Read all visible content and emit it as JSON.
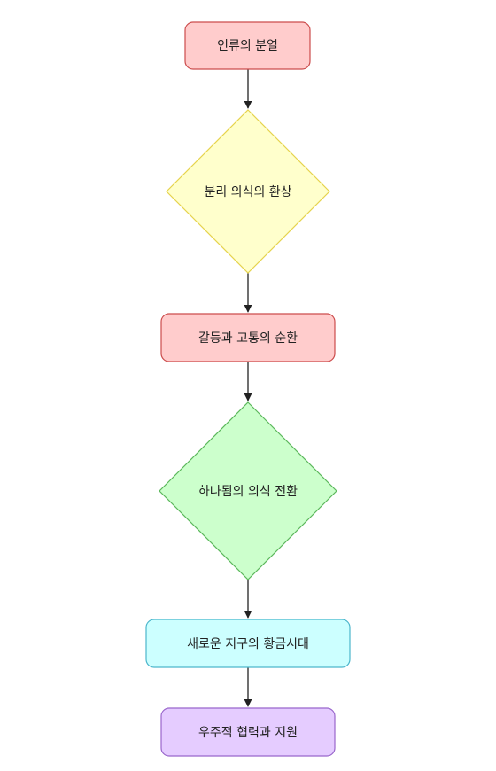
{
  "diagram": {
    "nodes": [
      {
        "id": "n1",
        "shape": "rounded-rect",
        "label": "인류의 분열",
        "fill": "#ffcccc",
        "stroke": "#cc4c4c"
      },
      {
        "id": "n2",
        "shape": "diamond",
        "label": "분리 의식의 환상",
        "fill": "#ffffcc",
        "stroke": "#e6d34d"
      },
      {
        "id": "n3",
        "shape": "rounded-rect",
        "label": "갈등과 고통의 순환",
        "fill": "#ffcccc",
        "stroke": "#cc4c4c"
      },
      {
        "id": "n4",
        "shape": "diamond",
        "label": "하나됨의 의식 전환",
        "fill": "#ccffcc",
        "stroke": "#5cb85c"
      },
      {
        "id": "n5",
        "shape": "rounded-rect",
        "label": "새로운 지구의 황금시대",
        "fill": "#ccffff",
        "stroke": "#4cb6cc"
      },
      {
        "id": "n6",
        "shape": "rounded-rect",
        "label": "우주적 협력과 지원",
        "fill": "#e5ccff",
        "stroke": "#9966cc"
      }
    ],
    "edges": [
      {
        "from": "n1",
        "to": "n2"
      },
      {
        "from": "n2",
        "to": "n3"
      },
      {
        "from": "n3",
        "to": "n4"
      },
      {
        "from": "n4",
        "to": "n5"
      },
      {
        "from": "n5",
        "to": "n6"
      }
    ],
    "edge_color": "#222222"
  }
}
